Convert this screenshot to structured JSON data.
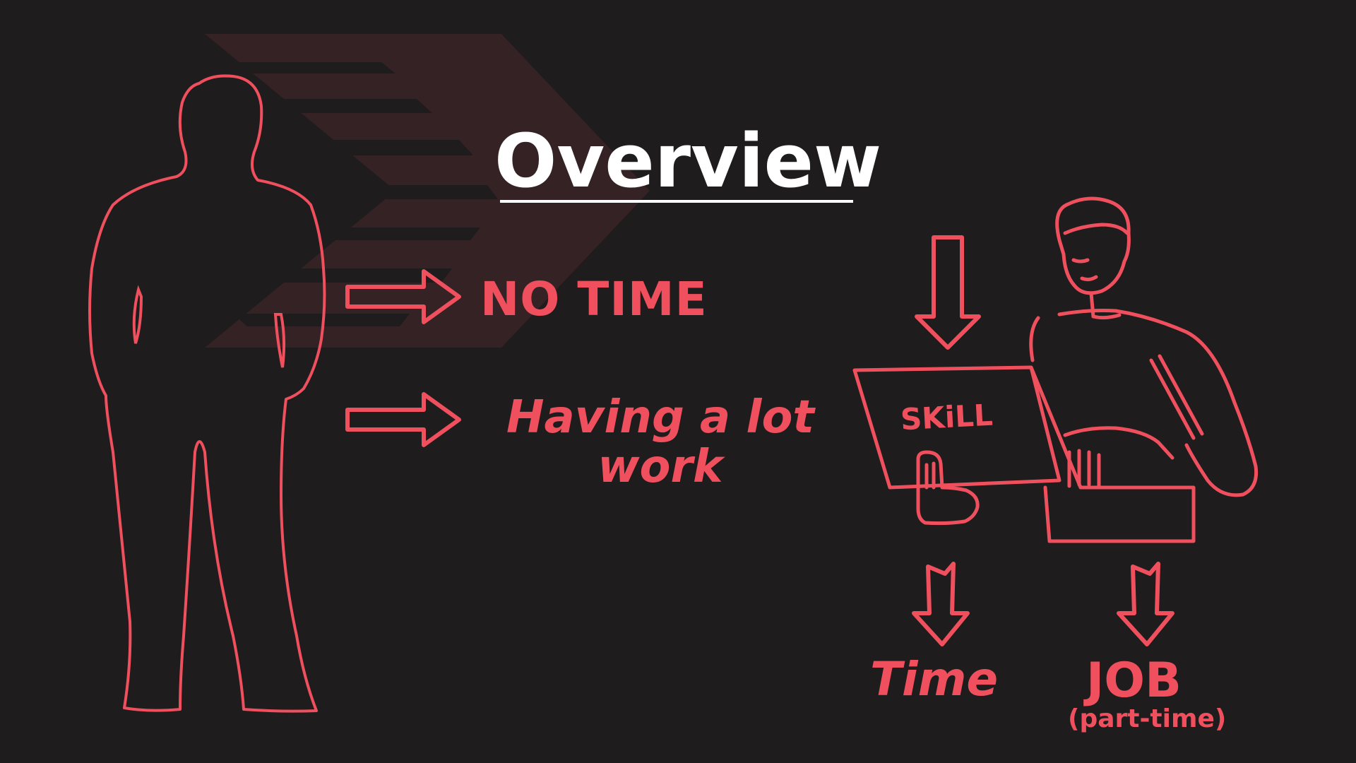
{
  "colors": {
    "background": "#1e1c1d",
    "accent": "#f0505e",
    "title": "#ffffff",
    "chevron": "#342224"
  },
  "title": "Overview",
  "problems": {
    "item1": "NO TIME",
    "item2_line1": "Having a lot",
    "item2_line2": "work"
  },
  "laptop": {
    "screen_text": "SKiLL"
  },
  "outcomes": {
    "time": "Time",
    "job": "JOB",
    "job_note": "(part-time)"
  },
  "icons": [
    "man-silhouette-icon",
    "arrow-right-icon",
    "arrow-down-icon",
    "person-with-laptop-icon",
    "chevron-background-icon"
  ]
}
